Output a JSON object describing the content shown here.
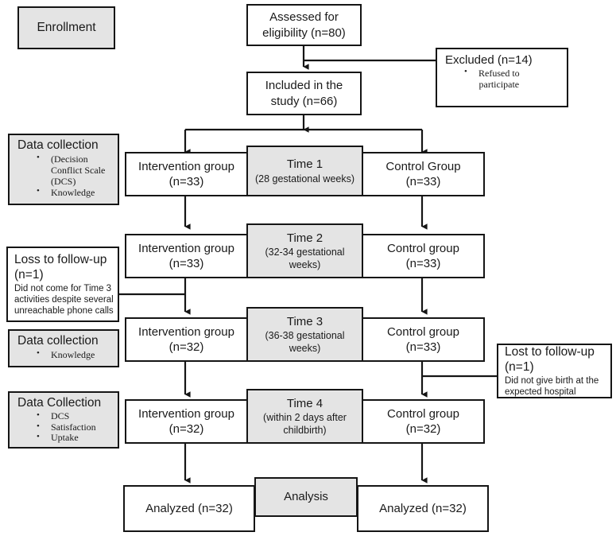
{
  "diagram": {
    "title": "CONSORT participant flow diagram",
    "colors": {
      "shaded_fill": "#e4e4e4",
      "box_stroke": "#151515",
      "page_bg": "#ffffff"
    }
  },
  "stage_labels": {
    "enrollment": "Enrollment",
    "data_collection_1_header": "Data collection",
    "data_collection_1_items": [
      "(Decision Conflict Scale (DCS)",
      "Knowledge"
    ],
    "data_collection_1_item_a_l1": "(Decision",
    "data_collection_1_item_a_l2": "Conflict Scale",
    "data_collection_1_item_a_l3": "(DCS)",
    "data_collection_1_item_b": "Knowledge",
    "data_collection_2_header": "Data collection",
    "data_collection_2_item": "Knowledge",
    "data_collection_3_header": "Data Collection",
    "data_collection_3_items": [
      "DCS",
      "Satisfaction",
      "Uptake"
    ]
  },
  "top": {
    "assessed_l1": "Assessed for",
    "assessed_l2": "eligibility (n=80)",
    "included_l1": "Included in the",
    "included_l2": "study (n=66)",
    "excluded_title": "Excluded (n=14)",
    "excluded_item_l1": "Refused to",
    "excluded_item_l2": "participate"
  },
  "rows": [
    {
      "id": "time1",
      "left_l1": "Intervention group",
      "left_l2": "(n=33)",
      "center_l1": "Time 1",
      "center_l2": "(28 gestational weeks)",
      "center_l3": "",
      "right_l1": "Control Group",
      "right_l2": "(n=33)"
    },
    {
      "id": "time2",
      "left_l1": "Intervention group",
      "left_l2": "(n=33)",
      "center_l1": "Time 2",
      "center_l2": "(32-34 gestational",
      "center_l3": "weeks)",
      "right_l1": "Control group",
      "right_l2": "(n=33)"
    },
    {
      "id": "time3",
      "left_l1": "Intervention group",
      "left_l2": "(n=32)",
      "center_l1": "Time 3",
      "center_l2": "(36-38 gestational",
      "center_l3": "weeks)",
      "right_l1": "Control group",
      "right_l2": "(n=33)"
    },
    {
      "id": "time4",
      "left_l1": "Intervention group",
      "left_l2": "(n=32)",
      "center_l1": "Time 4",
      "center_l2": "(within 2 days after",
      "center_l3": "childbirth)",
      "right_l1": "Control group",
      "right_l2": "(n=32)"
    }
  ],
  "dropouts": {
    "left_title_l1": "Loss to follow-up",
    "left_title_l2": "(n=1)",
    "left_note_l1": "Did not come for Time 3",
    "left_note_l2": "activities despite several",
    "left_note_l3": "unreachable phone calls",
    "right_title_l1": "Lost to follow-up",
    "right_title_l2": "(n=1)",
    "right_note_l1": "Did not give birth at the",
    "right_note_l2": "expected hospital"
  },
  "analysis": {
    "center": "Analysis",
    "left": "Analyzed (n=32)",
    "right": "Analyzed (n=32)"
  }
}
